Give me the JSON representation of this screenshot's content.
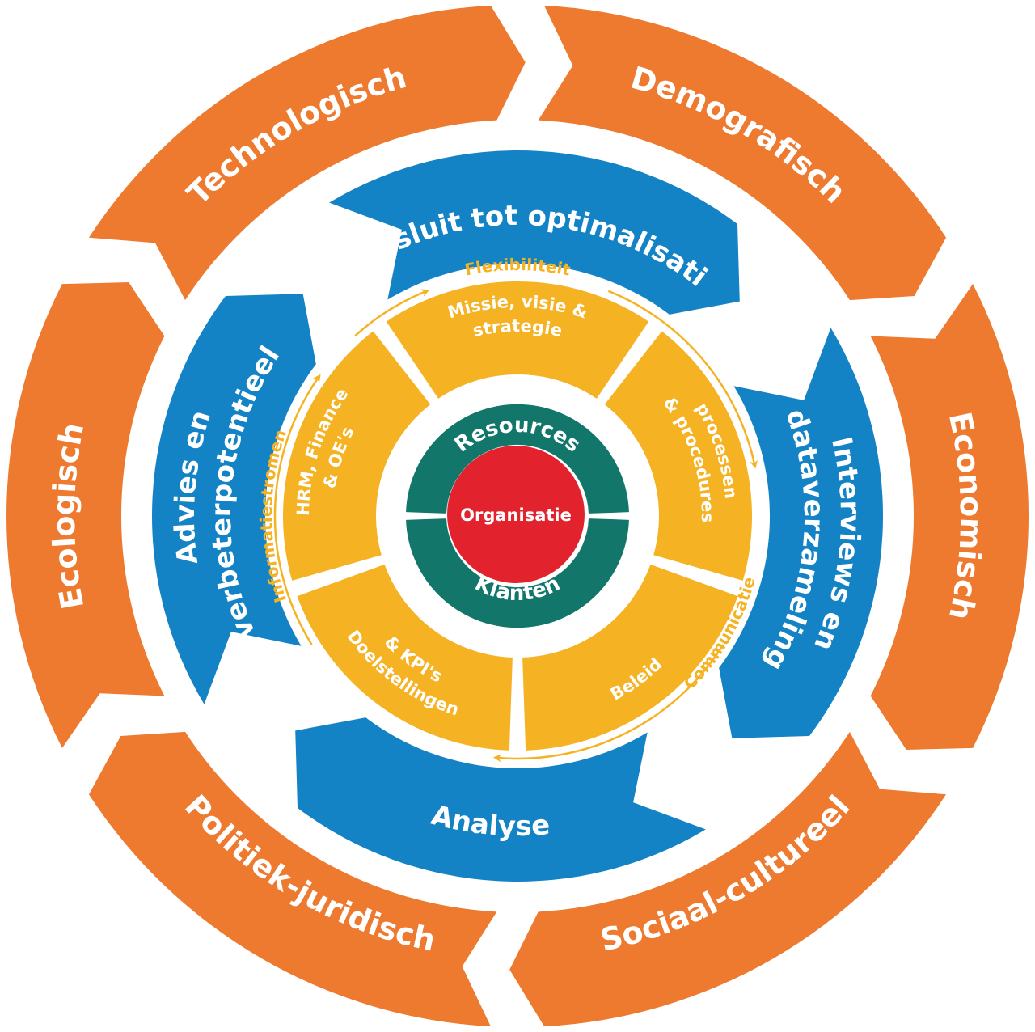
{
  "colors": {
    "orange": "#ee7a30",
    "blue": "#1483c6",
    "yellow": "#f5b223",
    "green": "#12776a",
    "red": "#e2222c",
    "white": "#ffffff"
  },
  "outer_ring": {
    "segments": [
      {
        "label": "Technologisch"
      },
      {
        "label": "Demografisch"
      },
      {
        "label": "Economisch"
      },
      {
        "label": "Sociaal-cultureel"
      },
      {
        "label": "Politiek-juridisch"
      },
      {
        "label": "Ecologisch"
      }
    ]
  },
  "cycle": {
    "steps": [
      {
        "label": "Besluit tot optimalisatie"
      },
      {
        "line1": "Interviews en",
        "line2": "dataverzameling"
      },
      {
        "label": "Analyse"
      },
      {
        "line1": "Advies en",
        "line2": "verbeterpotentieel"
      }
    ]
  },
  "flow_labels": {
    "top": "Flexibiliteit",
    "right": "Communicatie",
    "left": "Informatiestromen"
  },
  "organization_ring": {
    "segments": [
      {
        "line1": "Missie, visie &",
        "line2": "strategie"
      },
      {
        "line1": "processen",
        "line2": "& procedures"
      },
      {
        "line1": "Beleid",
        "line2": ""
      },
      {
        "line1": "Doelstellingen",
        "line2": "& KPI's"
      },
      {
        "line1": "HRM, Finance",
        "line2": "& OE's"
      }
    ]
  },
  "core": {
    "top_label": "Resources",
    "bottom_label": "Klanten",
    "center_label": "Organisatie"
  }
}
